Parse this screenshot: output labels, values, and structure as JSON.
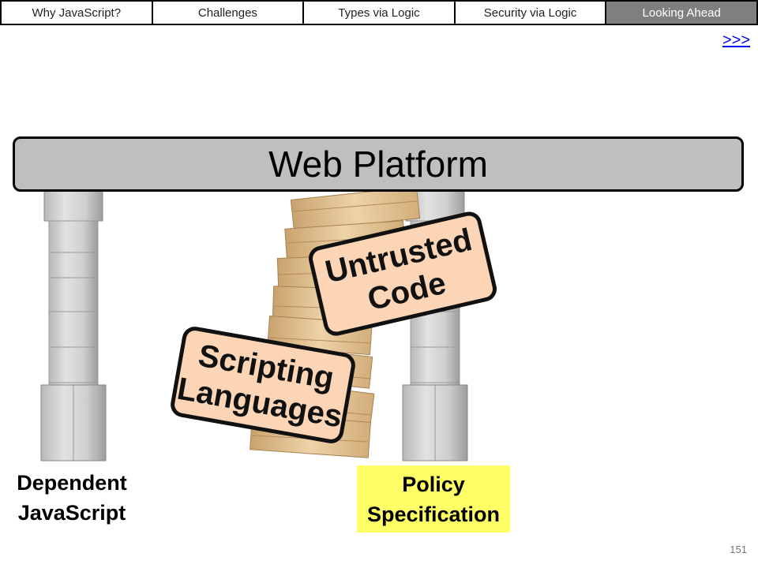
{
  "nav": {
    "tabs": [
      {
        "label": "Why JavaScript?",
        "active": false
      },
      {
        "label": "Challenges",
        "active": false
      },
      {
        "label": "Types via Logic",
        "active": false
      },
      {
        "label": "Security via Logic",
        "active": false
      },
      {
        "label": "Looking Ahead",
        "active": true
      }
    ],
    "next_link": ">>>"
  },
  "platform": {
    "label": "Web Platform"
  },
  "cards": {
    "untrusted": {
      "line1": "Untrusted",
      "line2": "Code"
    },
    "scripting": {
      "line1": "Scripting",
      "line2": "Languages"
    }
  },
  "pillars": {
    "left": {
      "line1": "Dependent",
      "line2": "JavaScript"
    },
    "right": {
      "line1": "Policy",
      "line2": "Specification",
      "highlight": "#ffff66"
    }
  },
  "slide": {
    "number": "151"
  },
  "colors": {
    "tab_active": "#7f7f7f",
    "platform": "#bfbfbf",
    "card": "#fbd5b5",
    "highlight": "#ffff66"
  }
}
